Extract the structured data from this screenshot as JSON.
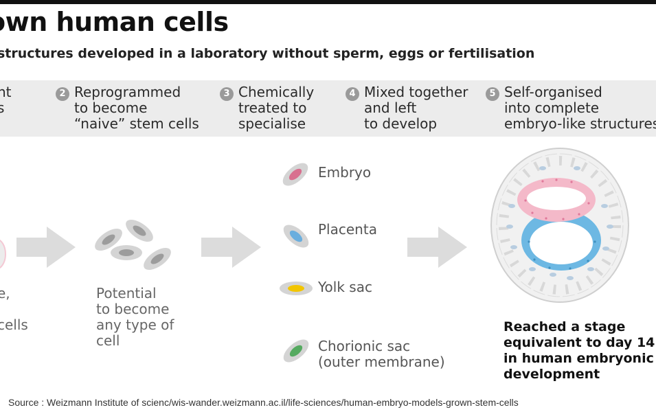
{
  "title": "own human cells",
  "subtitle": "structures developed in a laboratory without sperm, eggs or fertilisation",
  "steps": [
    {
      "number": "",
      "lines": [
        "nt",
        "s"
      ]
    },
    {
      "number": "2",
      "lines": [
        "Reprogrammed",
        "to become",
        "“naive” stem cells"
      ]
    },
    {
      "number": "3",
      "lines": [
        "Chemically",
        "treated to",
        "specialise"
      ]
    },
    {
      "number": "4",
      "lines": [
        "Mixed together",
        "and left",
        "to develop"
      ]
    },
    {
      "number": "5",
      "lines": [
        "Self-organised",
        "into complete",
        "embryo-like structures"
      ]
    }
  ],
  "stage1_desc": [
    "e,",
    "",
    "cells"
  ],
  "stage2_desc": [
    "Potential",
    "to become",
    "any type of",
    "cell"
  ],
  "cell_types": [
    {
      "label": [
        "Embryo"
      ],
      "color": "#d8708f"
    },
    {
      "label": [
        "Placenta"
      ],
      "color": "#6aaede"
    },
    {
      "label": [
        "Yolk sac"
      ],
      "color": "#f2c500"
    },
    {
      "label": [
        "Chorionic sac",
        "(outer membrane)"
      ],
      "color": "#55aa60"
    }
  ],
  "result": [
    "Reached a stage",
    "equivalent to day 14",
    "in human embryonic",
    "development"
  ],
  "source": "Source : Weizmann Institute of scienc/wis-wander.weizmann.ac.il/life-sciences/human-embryo-models-grown-stem-cells",
  "colors": {
    "arrow": "#dcdcdc",
    "cell_outer": "#d4d4d4",
    "cell_inner": "#9c9c9c",
    "pink": "#f4b9c9",
    "blue": "#6db8e3"
  }
}
